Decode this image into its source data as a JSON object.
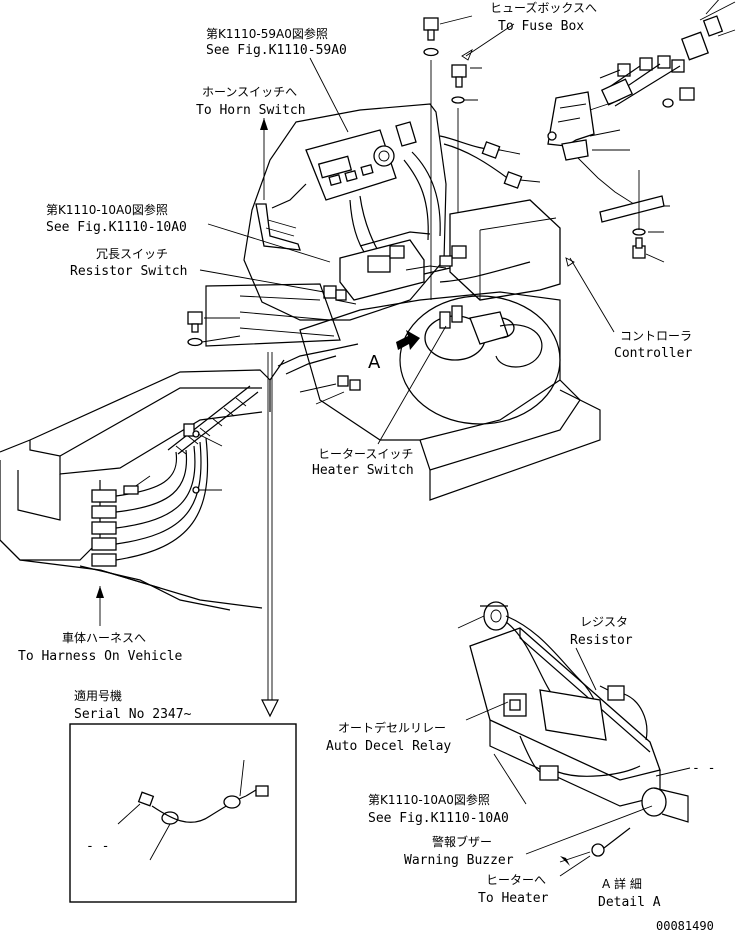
{
  "callouts": {
    "fuse_box_jp": "ヒューズボックスへ",
    "fuse_box_en": "To Fuse Box",
    "fig_59a0_jp": "第K1110-59A0図参照",
    "fig_59a0_en": "See Fig.K1110-59A0",
    "horn_switch_jp": "ホーンスイッチへ",
    "horn_switch_en": "To Horn Switch",
    "fig_10a0_jp": "第K1110-10A0図参照",
    "fig_10a0_en": "See Fig.K1110-10A0",
    "resistor_switch_jp": "冗長スイッチ",
    "resistor_switch_en": "Resistor Switch",
    "controller_jp": "コントローラ",
    "controller_en": "Controller",
    "heater_switch_jp": "ヒータースイッチ",
    "heater_switch_en": "Heater Switch",
    "view_marker": "A",
    "harness_jp": "車体ハーネスへ",
    "harness_en": "To Harness On Vehicle",
    "serial_jp": "適用号機",
    "serial_en": "Serial No 2347~",
    "resistor_jp": "レジスタ",
    "resistor_en": "Resistor",
    "decel_relay_jp": "オートデセルリレー",
    "decel_relay_en": "Auto Decel Relay",
    "fig_10a0b_jp": "第K1110-10A0図参照",
    "fig_10a0b_en": "See Fig.K1110-10A0",
    "buzzer_jp": "警報ブザー",
    "buzzer_en": "Warning Buzzer",
    "heater_jp": "ヒーターへ",
    "heater_en": "To Heater",
    "detail_jp": "A 詳 細",
    "detail_en": "Detail A",
    "dash_right": "- -",
    "dash_inset": "- -"
  },
  "drawing_number": "00081490"
}
